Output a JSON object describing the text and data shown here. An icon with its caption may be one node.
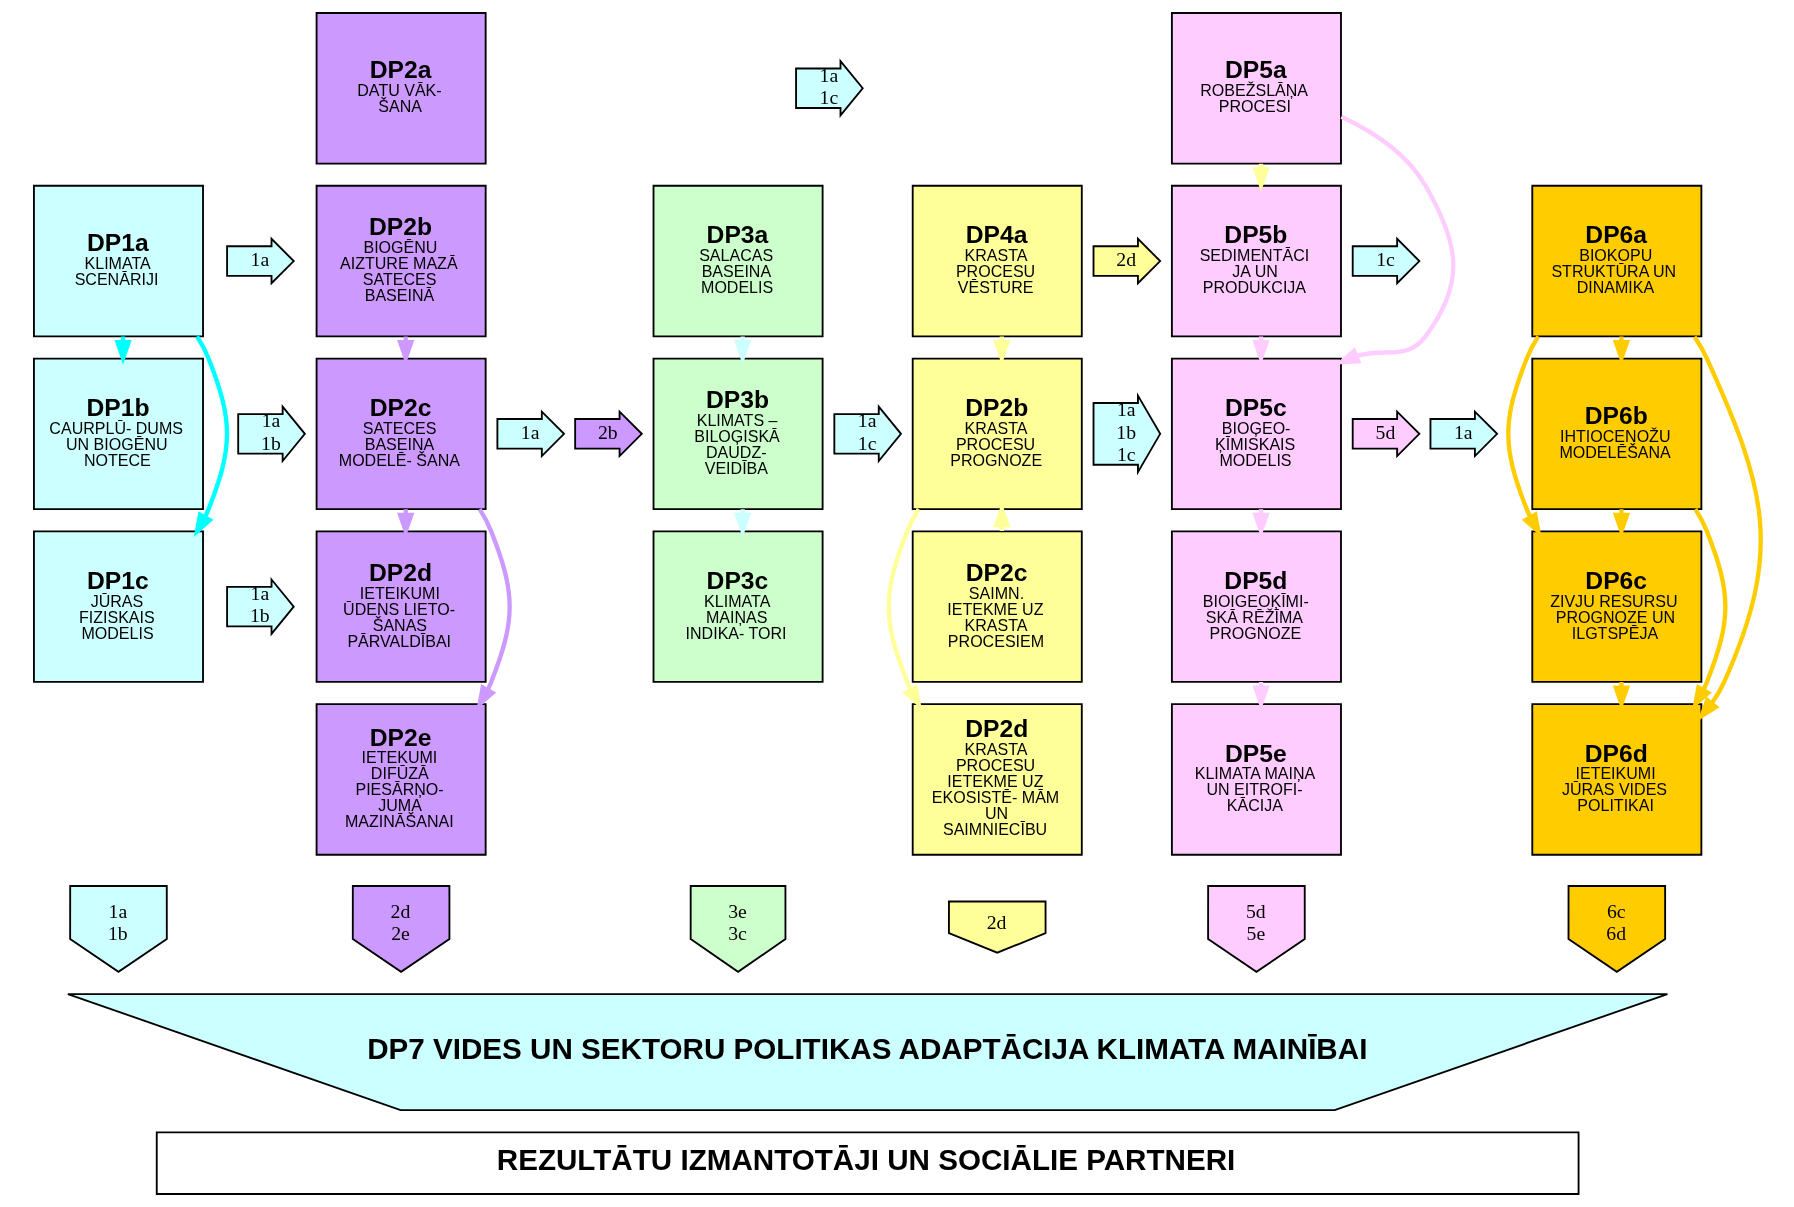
{
  "diagram": {
    "nodes": [
      {
        "text": [
          "DP1a",
          "KLIMATA SCENĀRIJI"
        ]
      },
      {
        "text": [
          "DP1b",
          "CAURPLŪ- DUMS UN BIOGĒNU NOTECE"
        ]
      },
      {
        "text": [
          "DP1c",
          "JŪRAS FIZISKAIS MODELIS"
        ]
      },
      {
        "text": [
          "DP2a",
          "DATU VĀK- ŠANA"
        ]
      },
      {
        "text": [
          "DP2b",
          "BIOGĒNU AIZTURE MAZĀ SATECES BASEINĀ"
        ]
      },
      {
        "text": [
          "DP2c",
          "SATECES BASEINA MODELĒ- ŠANA"
        ]
      },
      {
        "text": [
          "DP2d",
          "IETEIKUMI ŪDENS LIETO- ŠANAS PĀRVALDĪBAI"
        ]
      },
      {
        "text": [
          "DP2e",
          "IETEKUMI DIFŪZĀ PIESĀRŅO- JUMA MAZINĀŠANAI"
        ]
      },
      {
        "text": [
          "DP3a",
          "SALACAS BASEINA MODELIS"
        ]
      },
      {
        "text": [
          "DP3b",
          "KLIMATS – BILOĢISKĀ DAUDZ- VEIDĪBA"
        ]
      },
      {
        "text": [
          "DP3c",
          "KLIMATA MAIŅAS INDIKA- TORI"
        ]
      },
      {
        "text": [
          "DP4a",
          "KRASTA PROCESU VĒSTURE"
        ]
      },
      {
        "text": [
          "DP2b",
          "KRASTA PROCESU PROGNOZE"
        ]
      },
      {
        "text": [
          "DP2c",
          "SAIMN. IETEKME UZ KRASTA PROCESIEM"
        ]
      },
      {
        "text": [
          "DP2d",
          "KRASTA PROCESU IETEKME UZ EKOSISTĒ- MĀM UN SAIMNIECĪBU"
        ]
      },
      {
        "text": [
          "DP5a",
          "ROBEŽSLĀŅA PROCESI"
        ]
      },
      {
        "text": [
          "DP5b",
          "SEDIMENTĀCI JA UN PRODUKCIJA"
        ]
      },
      {
        "text": [
          "DP5c",
          "BIOĢEO- ĶĪMISKAIS MODELIS"
        ]
      },
      {
        "text": [
          "DP5d",
          "BIOIGEOĶĪMI- SKĀ RĒŽĪMA PROGNOZE"
        ]
      },
      {
        "text": [
          "DP5e",
          "KLIMATA MAIŅA UN EITROFI- KĀCIJA"
        ]
      },
      {
        "text": [
          "DP6a",
          "BIOKOPU STRUKTŪRA UN DINAMIKA"
        ]
      },
      {
        "text": [
          "DP6b",
          "IHTIOCENOŽU MODELĒŠANA"
        ]
      },
      {
        "text": [
          "DP6c",
          "ZIVJU RESURSU PROGNOZE UN ILGTSPĒJA"
        ]
      },
      {
        "text": [
          "DP6d",
          "IETEIKUMI JŪRAS VIDES POLITIKAI"
        ]
      },
      {
        "text": [
          "DP7 VIDES UN SEKTORU POLITIKAS ADAPTĀCIJA KLIMATA MAINĪBAI"
        ]
      },
      {
        "text": [
          "REZULTĀTU IZMANTOTĀJI UN SOCIĀLIE PARTNERI"
        ]
      },
      {
        "text": [
          "1a"
        ]
      },
      {
        "text": [
          "1a 1b"
        ]
      },
      {
        "text": [
          "1a 1b"
        ]
      },
      {
        "text": [
          "1a"
        ]
      },
      {
        "text": [
          "2b"
        ]
      },
      {
        "text": [
          "1a 1c"
        ]
      },
      {
        "text": [
          "1a 1c"
        ]
      },
      {
        "text": [
          "2d"
        ]
      },
      {
        "text": [
          "1a 1b 1c"
        ]
      },
      {
        "text": [
          "1c"
        ]
      },
      {
        "text": [
          "5d"
        ]
      },
      {
        "text": [
          "1a"
        ]
      },
      {
        "text": [
          "1a 1b"
        ]
      },
      {
        "text": [
          "2d 2e"
        ]
      },
      {
        "text": [
          "3e 3c"
        ]
      },
      {
        "text": [
          "2d"
        ]
      },
      {
        "text": [
          "5d 5e"
        ]
      },
      {
        "text": [
          "6c 6d"
        ]
      }
    ],
    "edges": [
      {
        "from": 0,
        "to": 1,
        "arrow": "to",
        "color": "#00ffff"
      },
      {
        "from": 0,
        "to": 2,
        "arrow": "to",
        "color": "#00ffff"
      },
      {
        "from": 4,
        "to": 5,
        "arrow": "to",
        "color": "#cc99ff"
      },
      {
        "from": 5,
        "to": 6,
        "arrow": "to",
        "color": "#cc99ff"
      },
      {
        "from": 5,
        "to": 7,
        "arrow": "to",
        "color": "#cc99ff"
      },
      {
        "from": 8,
        "to": 9,
        "arrow": "to",
        "color": "#ccffff"
      },
      {
        "from": 9,
        "to": 10,
        "arrow": "to",
        "color": "#ccffff"
      },
      {
        "from": 11,
        "to": 12,
        "arrow": "to",
        "color": "#ffff99"
      },
      {
        "from": 13,
        "to": 12,
        "arrow": "to",
        "color": "#ffff99"
      },
      {
        "from": 12,
        "to": 14,
        "arrow": "to",
        "color": "#ffff99"
      },
      {
        "from": 15,
        "to": 16,
        "arrow": "to",
        "color": "#ffff99"
      },
      {
        "from": 15,
        "to": 17,
        "arrow": "to",
        "color": "#ffccff"
      },
      {
        "from": 16,
        "to": 17,
        "arrow": "to",
        "color": "#ffccff"
      },
      {
        "from": 17,
        "to": 18,
        "arrow": "to",
        "color": "#ffccff"
      },
      {
        "from": 18,
        "to": 19,
        "arrow": "to",
        "color": "#ffccff"
      },
      {
        "from": 20,
        "to": 21,
        "arrow": "to",
        "color": "#ffcc00"
      },
      {
        "from": 20,
        "to": 22,
        "arrow": "to",
        "color": "#ffcc00"
      },
      {
        "from": 20,
        "to": 23,
        "arrow": "to",
        "color": "#ffcc00"
      },
      {
        "from": 21,
        "to": 22,
        "arrow": "to",
        "color": "#ffcc00"
      },
      {
        "from": 21,
        "to": 23,
        "arrow": "to",
        "color": "#ffcc00"
      },
      {
        "from": 22,
        "to": 23,
        "arrow": "to",
        "color": "#ffcc00"
      }
    ]
  }
}
